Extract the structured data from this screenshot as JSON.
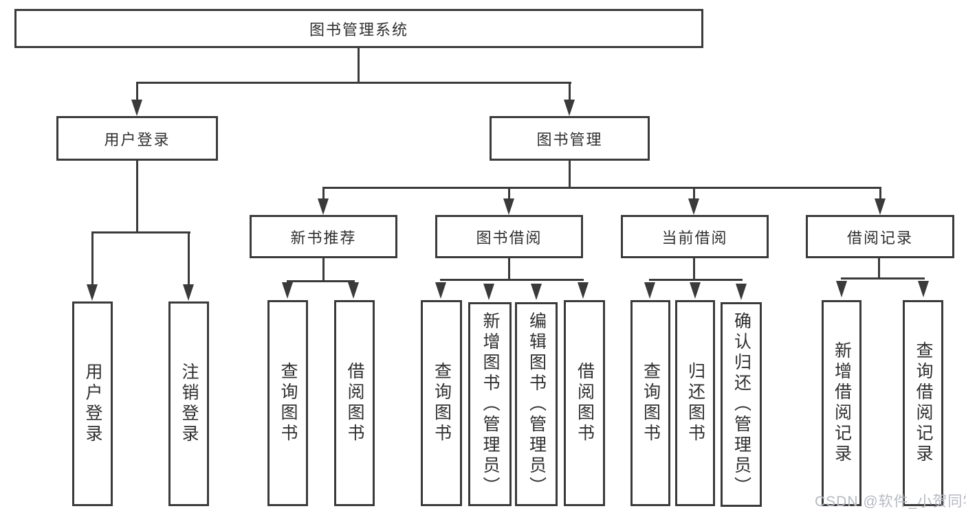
{
  "tree": {
    "label": "图书管理系统",
    "children": [
      {
        "label": "用户登录",
        "children": [
          {
            "label": "用户登录"
          },
          {
            "label": "注销登录"
          }
        ]
      },
      {
        "label": "图书管理",
        "children": [
          {
            "label": "新书推荐",
            "children": [
              {
                "label": "查询图书"
              },
              {
                "label": "借阅图书"
              }
            ]
          },
          {
            "label": "图书借阅",
            "children": [
              {
                "label": "查询图书"
              },
              {
                "label": "新增图书（管理员）"
              },
              {
                "label": "编辑图书（管理员）"
              },
              {
                "label": "借阅图书"
              }
            ]
          },
          {
            "label": "当前借阅",
            "children": [
              {
                "label": "查询图书"
              },
              {
                "label": "归还图书"
              },
              {
                "label": "确认归还（管理员）"
              }
            ]
          },
          {
            "label": "借阅记录",
            "children": [
              {
                "label": "新增借阅记录"
              },
              {
                "label": "查询借阅记录"
              }
            ]
          }
        ]
      }
    ]
  },
  "watermark": {
    "text": "CSDN @软件_小贺同学",
    "color": "#b6bac1"
  },
  "colors": {
    "line": "#3a3a3a",
    "text": "#2f2f2f",
    "background": "#ffffff"
  }
}
